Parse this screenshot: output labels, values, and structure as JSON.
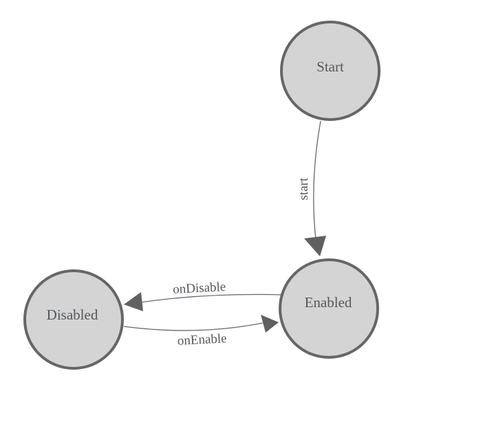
{
  "diagram": {
    "type": "state-machine",
    "background": "#ffffff",
    "colors": {
      "node_fill": "#d4d4d4",
      "node_border": "#666666",
      "edge_line": "#666666",
      "arrowhead": "#606060",
      "label_text": "#54585d"
    },
    "nodes": [
      {
        "label": "Start"
      },
      {
        "label": "Enabled"
      },
      {
        "label": "Disabled"
      }
    ],
    "edges": [
      {
        "from": "Start",
        "to": "Enabled",
        "label": "start"
      },
      {
        "from": "Enabled",
        "to": "Disabled",
        "label": "onDisable"
      },
      {
        "from": "Disabled",
        "to": "Enabled",
        "label": "onEnable"
      }
    ]
  }
}
